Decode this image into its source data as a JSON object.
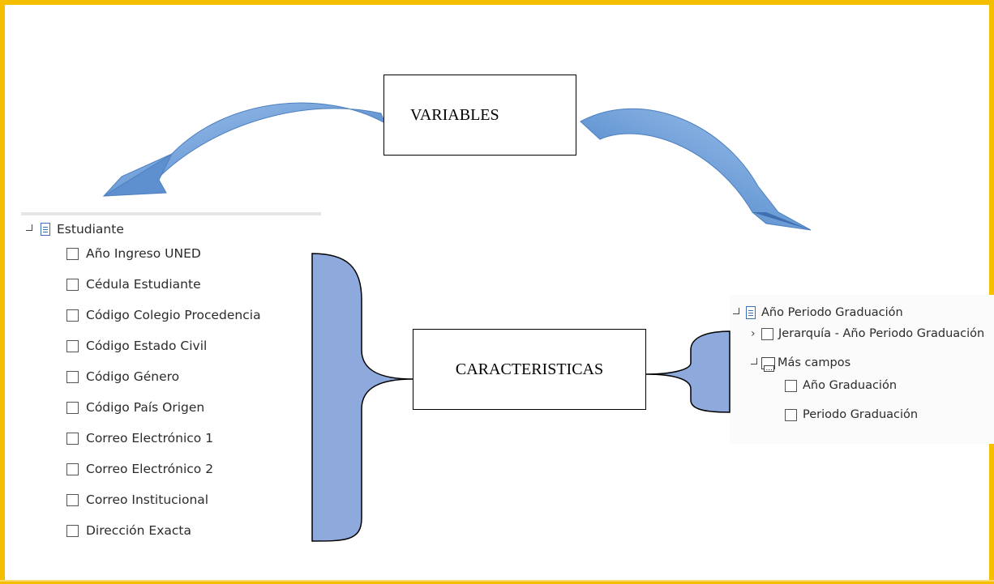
{
  "diagram": {
    "variables_label": "VARIABLES",
    "caracteristicas_label": "CARACTERISTICAS"
  },
  "estudiante": {
    "title": "Estudiante",
    "fields": [
      "Año Ingreso UNED",
      "Cédula Estudiante",
      "Código Colegio Procedencia",
      "Código Estado Civil",
      "Código Género",
      "Código País Origen",
      "Correo Electrónico 1",
      "Correo Electrónico 2",
      "Correo Institucional",
      "Dirección Exacta"
    ]
  },
  "graduacion": {
    "title": "Año Periodo Graduación",
    "hierarchy": "Jerarquía - Año Periodo Graduación",
    "more_fields": "Más campos",
    "fields": [
      "Año Graduación",
      "Periodo Graduación"
    ]
  },
  "colors": {
    "frame": "#f5bf00",
    "brace_fill": "#8eaadc",
    "arrow": "#6f9fd8",
    "icon_blue": "#3b6fb6"
  },
  "icons": [
    "table-icon",
    "checkbox-icon",
    "folder-icon",
    "chevron-right-icon",
    "curved-arrow-icon"
  ]
}
